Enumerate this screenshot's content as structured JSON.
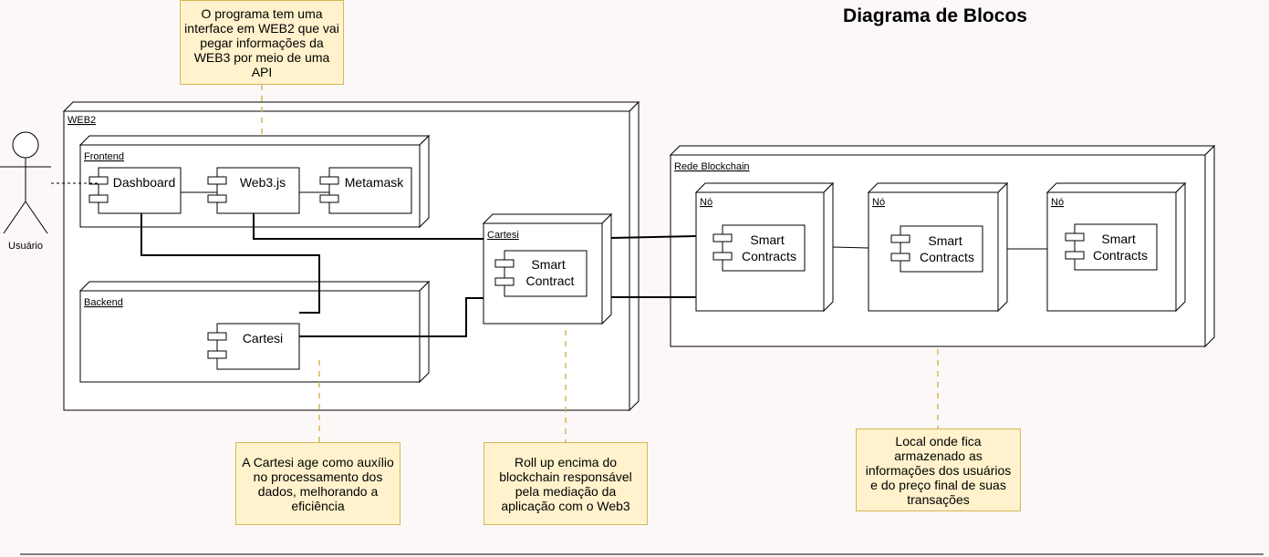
{
  "title": "Diagrama de Blocos",
  "actor": {
    "label": "Usuário"
  },
  "web2": {
    "label": "WEB2",
    "frontend": {
      "label": "Frontend",
      "components": [
        "Dashboard",
        "Web3.js",
        "Metamask"
      ]
    },
    "backend": {
      "label": "Backend",
      "components": [
        "Cartesi"
      ]
    }
  },
  "cartesi_node": {
    "label": "Cartesi",
    "component_lines": [
      "Smart",
      "Contract"
    ]
  },
  "blockchain": {
    "label": "Rede Blockchain",
    "nodes": [
      {
        "label": "Nó",
        "component_lines": [
          "Smart",
          "Contracts"
        ]
      },
      {
        "label": "Nó",
        "component_lines": [
          "Smart",
          "Contracts"
        ]
      },
      {
        "label": "Nó",
        "component_lines": [
          "Smart",
          "Contracts"
        ]
      }
    ]
  },
  "notes": {
    "web2_api": "O programa tem uma interface em WEB2 que vai pegar informações da WEB3 por meio de uma API",
    "cartesi_aux": "A Cartesi age como auxílio no processamento dos dados, melhorando a eficiência",
    "rollup": "Roll up encima do blockchain responsável pela mediação da aplicação com o Web3",
    "storage": "Local onde fica armazenado as informações dos usuários e do preço final de suas transações"
  },
  "colors": {
    "note_fill": "#fff2cc",
    "note_border": "#d6b656",
    "dashed_connector": "#d6b656",
    "background": "#fdf8f8"
  }
}
